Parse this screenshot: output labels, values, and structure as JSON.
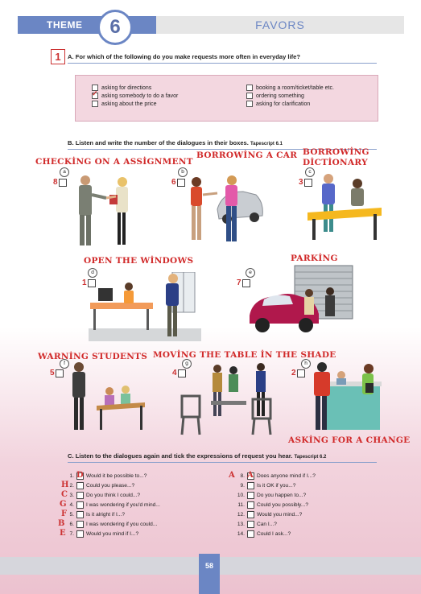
{
  "header": {
    "theme_label": "THEME",
    "theme_number": "6",
    "unit_title": "FAVORS"
  },
  "section_a": {
    "number": "1",
    "question": "A. For which of the following do you make requests more often in everyday life?",
    "options_left": [
      "asking for directions",
      "asking somebody to do a favor",
      "asking about the price"
    ],
    "options_right": [
      "booking a room/ticket/table etc.",
      "ordering something",
      "asking for clarification"
    ],
    "checked": "asking somebody to do a favor"
  },
  "section_b": {
    "instruction": "B. Listen and write the number of the dialogues in their boxes.",
    "tapescript": "Tapescript 6.1",
    "items": [
      {
        "letter": "a",
        "answer": "8",
        "label": "CHECKİNG ON A ASSİGNMENT"
      },
      {
        "letter": "b",
        "answer": "6",
        "label": "BORROWİNG A CAR"
      },
      {
        "letter": "c",
        "answer": "3",
        "label": "BORROWİNG DİCTİONARY"
      },
      {
        "letter": "d",
        "answer": "1",
        "label": "OPEN THE WİNDOWS"
      },
      {
        "letter": "e",
        "answer": "7",
        "label": "PARKİNG"
      },
      {
        "letter": "f",
        "answer": "5",
        "label": "WARNİNG STUDENTS"
      },
      {
        "letter": "g",
        "answer": "4",
        "label": "MOVİNG THE TABLE İN THE SHADE"
      },
      {
        "letter": "h",
        "answer": "2",
        "label": "ASKİNG FOR A CHANGE"
      }
    ]
  },
  "section_c": {
    "instruction": "C. Listen to the dialogues again and tick the expressions of request you hear.",
    "tapescript": "Tapescript 6.2",
    "left": [
      {
        "n": "1.",
        "text": "Would it be possible to...?",
        "mark": "D"
      },
      {
        "n": "2.",
        "text": "Could you please...?",
        "mark": "H"
      },
      {
        "n": "3.",
        "text": "Do you think I could...?",
        "mark": "C"
      },
      {
        "n": "4.",
        "text": "I was wondering if you'd mind...",
        "mark": "G"
      },
      {
        "n": "5.",
        "text": "Is it alright if I...?",
        "mark": "F"
      },
      {
        "n": "6.",
        "text": "I was wondering if you could...",
        "mark": "B"
      },
      {
        "n": "7.",
        "text": "Would you mind if I...?",
        "mark": "E"
      }
    ],
    "right": [
      {
        "n": "8.",
        "text": "Does anyone mind if I...?",
        "mark": "A"
      },
      {
        "n": "9.",
        "text": "Is it OK if you...?",
        "mark": ""
      },
      {
        "n": "10.",
        "text": "Do you happen to...?",
        "mark": ""
      },
      {
        "n": "11.",
        "text": "Could you possibly...?",
        "mark": ""
      },
      {
        "n": "12.",
        "text": "Would you mind...?",
        "mark": ""
      },
      {
        "n": "13.",
        "text": "Can I...?",
        "mark": ""
      },
      {
        "n": "14.",
        "text": "Could I ask...?",
        "mark": ""
      }
    ]
  },
  "footer": {
    "page": "58"
  }
}
